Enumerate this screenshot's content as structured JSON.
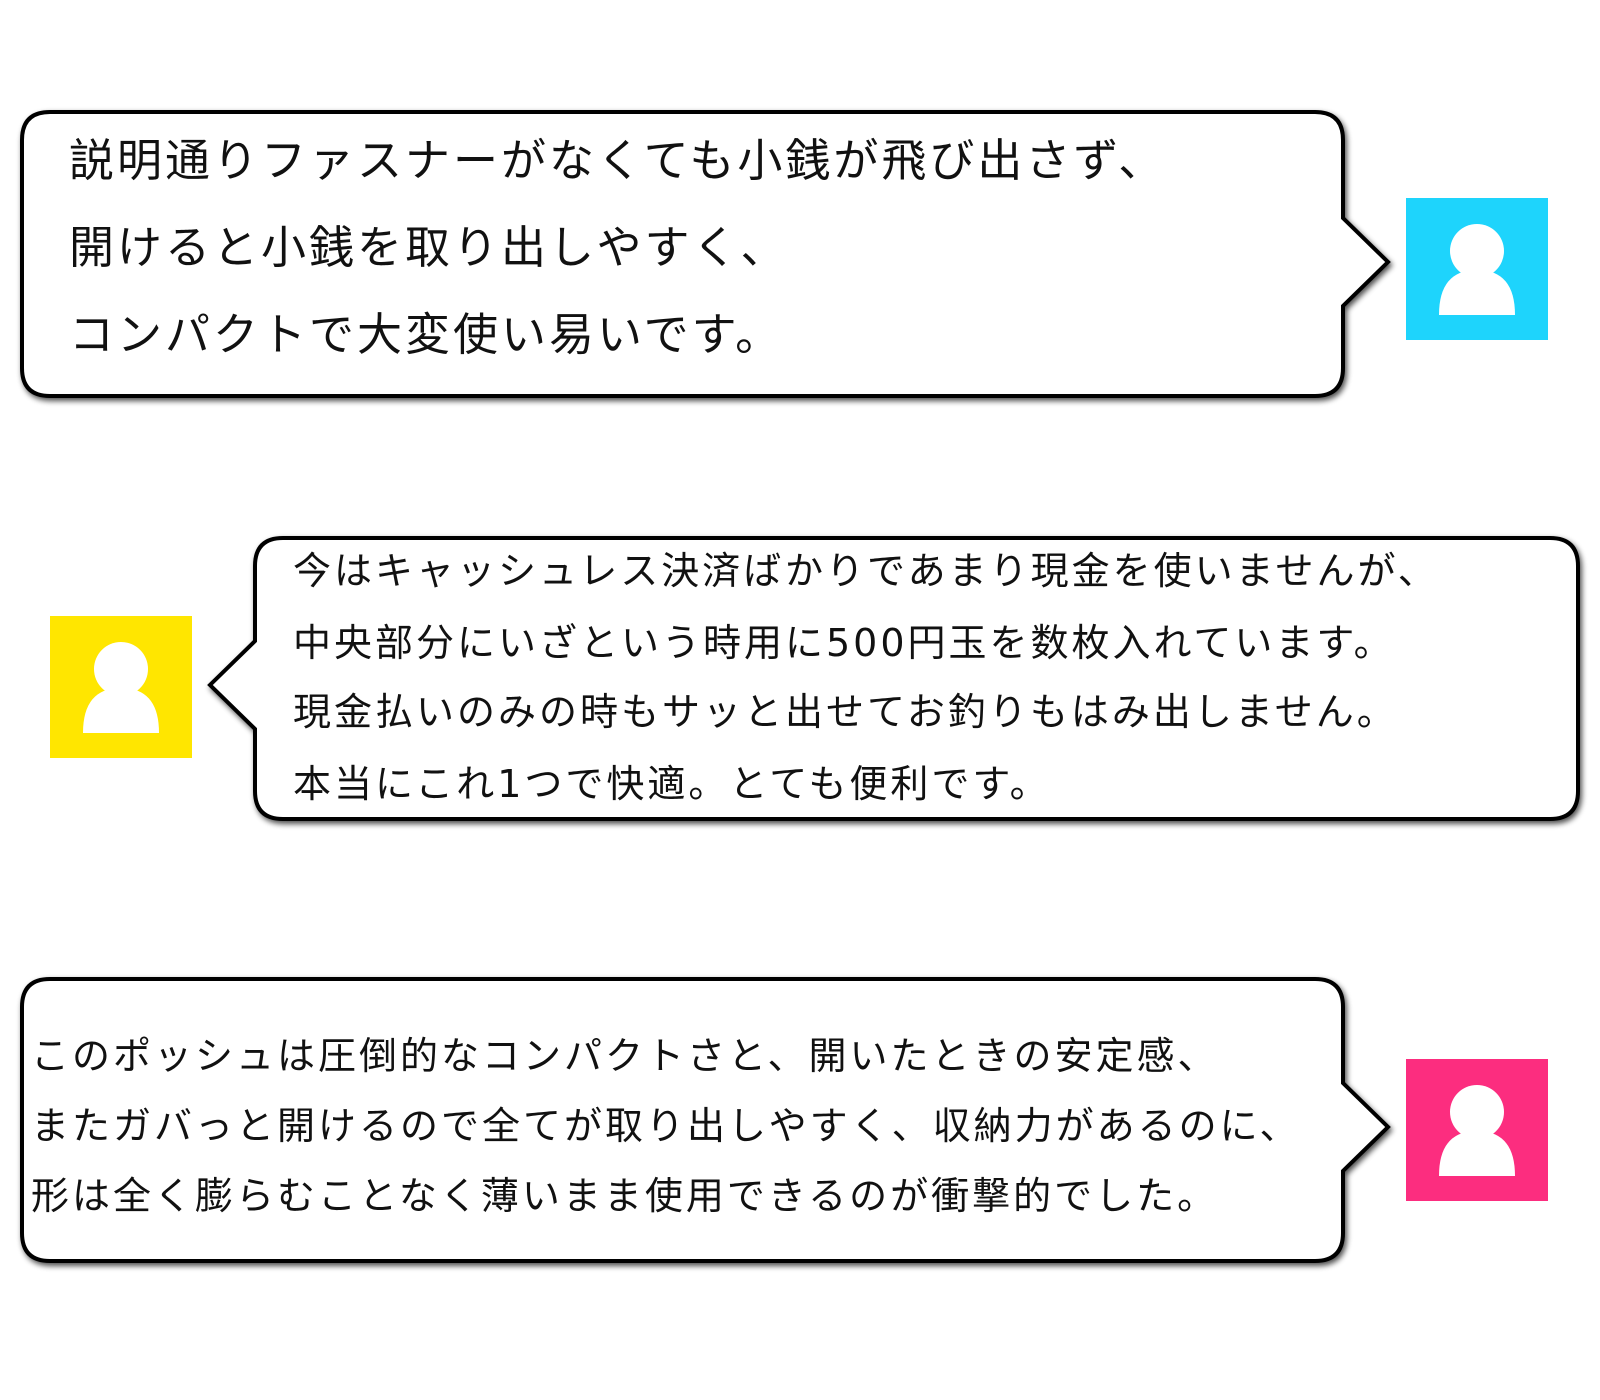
{
  "reviews": [
    {
      "avatar_color": "#1ed4fc",
      "avatar_icon": "user-icon",
      "lines": [
        "説明通りファスナーがなくても小銭が飛び出さず、",
        "開けると小銭を取り出しやすく、",
        "コンパクトで大変使い易いです。"
      ]
    },
    {
      "avatar_color": "#ffe600",
      "avatar_icon": "user-icon",
      "lines": [
        "今はキャッシュレス決済ばかりであまり現金を使いませんが、",
        "中央部分にいざという時用に500円玉を数枚入れています。",
        "現金払いのみの時もサッと出せてお釣りもはみ出しません。",
        "本当にこれ1つで快適。とても便利です。"
      ]
    },
    {
      "avatar_color": "#fc2d7f",
      "avatar_icon": "user-icon",
      "lines": [
        "このポッシュは圧倒的なコンパクトさと、開いたときの安定感、",
        "またガバっと開けるので全てが取り出しやすく、収納力があるのに、",
        "形は全く膨らむことなく薄いまま使用できるのが衝撃的でした。"
      ]
    }
  ]
}
